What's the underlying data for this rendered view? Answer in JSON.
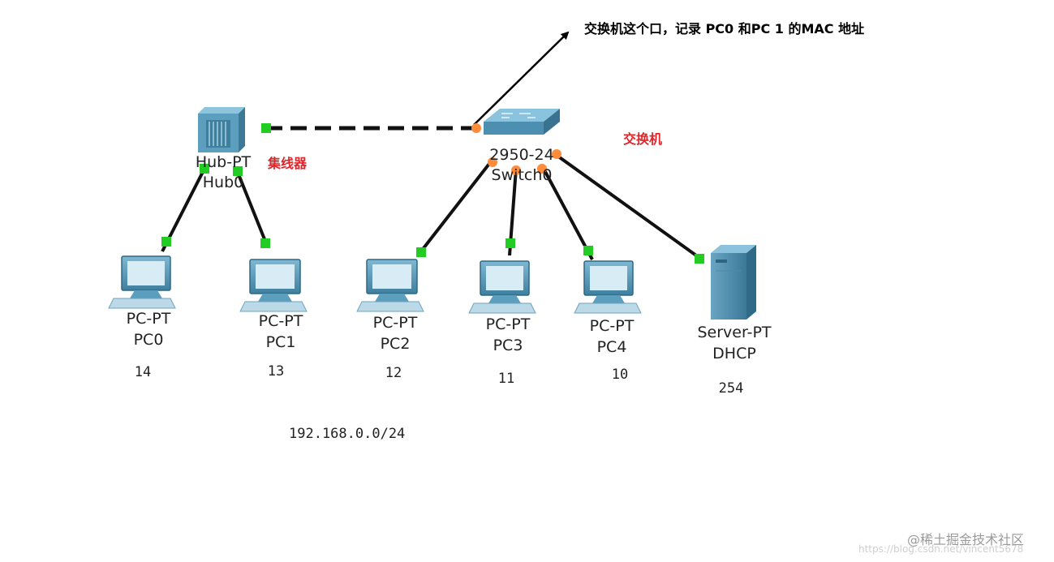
{
  "annotation": {
    "text": "交换机这个口，记录 PC0 和PC 1 的MAC 地址"
  },
  "hub": {
    "model": "Hub-PT",
    "name": "Hub0",
    "note": "集线器"
  },
  "switch": {
    "model": "2950-24",
    "name": "Switch0",
    "note": "交换机"
  },
  "pcs": [
    {
      "model": "PC-PT",
      "name": "PC0",
      "host": "14"
    },
    {
      "model": "PC-PT",
      "name": "PC1",
      "host": "13"
    },
    {
      "model": "PC-PT",
      "name": "PC2",
      "host": "12"
    },
    {
      "model": "PC-PT",
      "name": "PC3",
      "host": "11"
    },
    {
      "model": "PC-PT",
      "name": "PC4",
      "host": "10"
    }
  ],
  "server": {
    "model": "Server-PT",
    "name": "DHCP",
    "host": "254"
  },
  "network": {
    "subnet": "192.168.0.0/24"
  },
  "watermark": {
    "site": "@稀土掘金技术社区",
    "url": "https://blog.csdn.net/vincent5678"
  },
  "colors": {
    "link_up": "#22cc22",
    "link_pending": "#ff8c3a",
    "note_red": "#e0262b",
    "device_blue": "#5c9ebe",
    "cable": "#111111"
  }
}
